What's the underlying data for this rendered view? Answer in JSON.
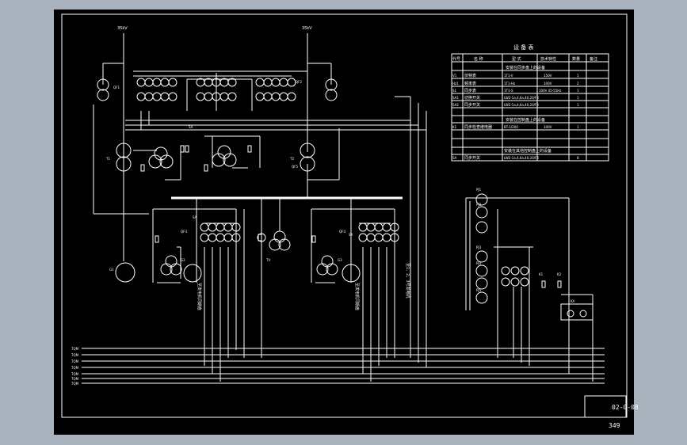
{
  "colors": {
    "outer_bg": "#a7b2bc",
    "sheet_bg": "#000000",
    "ink": "#ffffff"
  },
  "title_block": {
    "drawing_no": "02-G-08",
    "page_no": "349"
  },
  "sources": {
    "left_feed": "35kV",
    "right_feed": "35kV"
  },
  "table": {
    "title": "设 备 表",
    "headers": [
      "代号",
      "名 称",
      "型 式",
      "技术特性",
      "数量",
      "备注"
    ],
    "sec1_title": "安装在同步盘上的设备",
    "rows1": [
      {
        "code": "V1",
        "name": "伏特表",
        "model": "1T1-V",
        "spec": "150V",
        "qty": "1"
      },
      {
        "code": "Hz1",
        "name": "频率表",
        "model": "1T1-Hz",
        "spec": "100V",
        "qty": "2"
      },
      {
        "code": "S1",
        "name": "同步表",
        "model": "1T1-S",
        "spec": "100V 45-55Hz",
        "qty": "1"
      },
      {
        "code": "SA1",
        "name": "切换开关",
        "model": "LW2-1a,4,6a,40,20/F8",
        "spec": "",
        "qty": "1"
      },
      {
        "code": "SA2",
        "name": "同步开关",
        "model": "LW2-1a,4,6a,40,20/F8",
        "spec": "",
        "qty": "1"
      }
    ],
    "sec2_title": "安装在控制盘上的设备",
    "rows2": [
      {
        "code": "K1",
        "name": "同步检查继电器",
        "model": "BT-1/200",
        "spec": "100V",
        "qty": "1"
      }
    ],
    "sec3_title": "安装在其他控制盘上的设备",
    "rows3": [
      {
        "code": "SA",
        "name": "同步开关",
        "model": "LW2-1a,4,6a,40,20/F8",
        "spec": "",
        "qty": "8"
      }
    ]
  },
  "labels": {
    "q1": "QF1",
    "q2": "QF2",
    "t1": "T1",
    "t2": "T2",
    "g1": "G1",
    "g2": "G2",
    "g3": "G3",
    "tv": "TV",
    "q3": "QF3",
    "q4": "QF4",
    "q5": "QF5",
    "sa_a": "SA",
    "sa_b": "SA",
    "sa_c": "SA",
    "r_pj1": "PJ1",
    "r_pj2": "PJ2",
    "r_pj3": "PJ3",
    "r_pj4": "PJ4",
    "r_pj5": "PJ5",
    "r_k1": "K1",
    "r_k2": "K2",
    "r_ka": "KA",
    "vert1": "至发电机同期盘",
    "vert2": "至发电机同期盘",
    "vert3": "至1、2、3号发电机",
    "bus_labels": [
      "TQM",
      "TQM",
      "TQM",
      "TQM",
      "TQM",
      "TQM",
      "TQM"
    ]
  }
}
